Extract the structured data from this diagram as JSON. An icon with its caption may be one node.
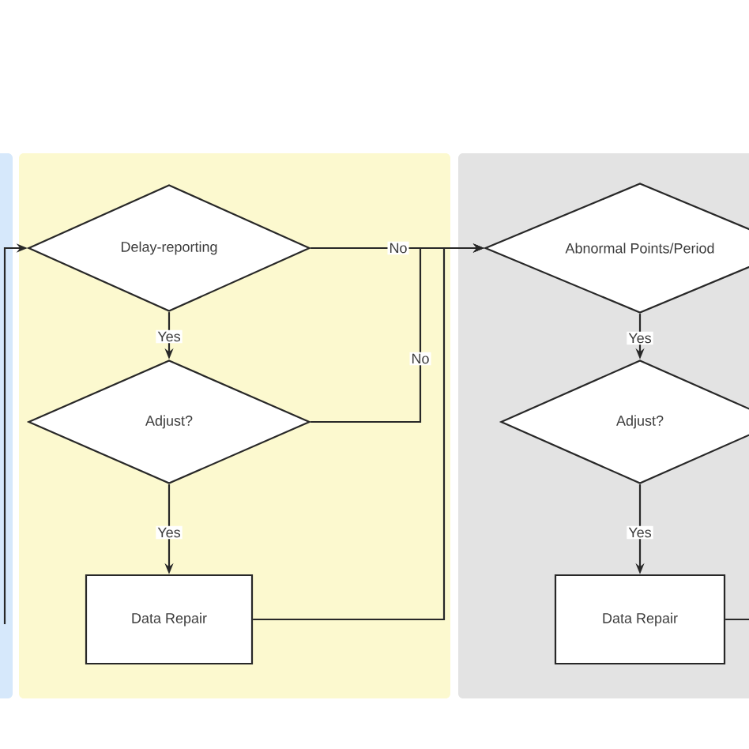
{
  "diagram": {
    "nodes": [
      {
        "text": [],
        "shape": "box"
      },
      {
        "text": [
          "Delay-reporting"
        ],
        "in": 0
      },
      {
        "text": [
          "Adjust?"
        ],
        "in": 0
      },
      {
        "text": [
          "Data Repair"
        ],
        "in": 0
      },
      {
        "text": [],
        "shape": "box"
      },
      {
        "text": [
          "Abnormal Points/Period"
        ],
        "in": 4
      },
      {
        "text": [
          "Adjust?"
        ],
        "in": 4
      },
      {
        "text": [
          "Data Repair"
        ],
        "in": 4
      }
    ],
    "edges": [
      {
        "from": null,
        "to": 1,
        "arrow": "to"
      },
      {
        "from": 1,
        "to": 5,
        "arrow": "to",
        "label": "No"
      },
      {
        "from": 1,
        "to": 2,
        "arrow": "to",
        "label": "Yes"
      },
      {
        "from": 2,
        "to": 3,
        "arrow": "to",
        "label": "Yes"
      },
      {
        "from": 2,
        "to": 5,
        "arrow": "to",
        "label": "No"
      },
      {
        "from": 3,
        "to": 5,
        "arrow": "to"
      },
      {
        "from": 5,
        "to": 6,
        "arrow": "to",
        "label": "Yes"
      },
      {
        "from": 6,
        "to": 7,
        "arrow": "to",
        "label": "Yes"
      },
      {
        "from": 7,
        "to": null,
        "arrow": "none"
      }
    ]
  }
}
